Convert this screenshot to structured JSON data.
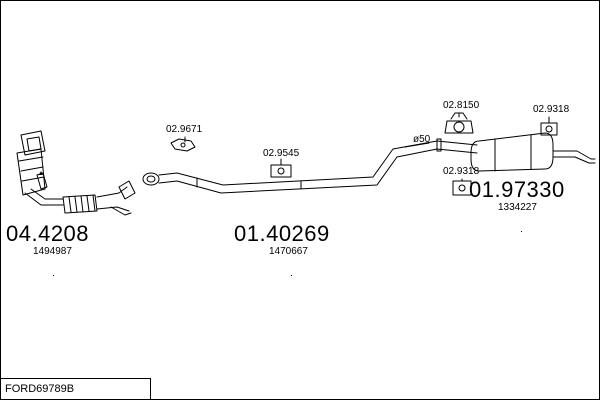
{
  "diagram": {
    "title": "FORD69789B",
    "parts": [
      {
        "id": "front",
        "part_number": "04.4208",
        "oem": "1494987"
      },
      {
        "id": "middle",
        "part_number": "01.40269",
        "oem": "1470667"
      },
      {
        "id": "rear",
        "part_number": "01.97330",
        "oem": "1334227"
      }
    ],
    "accessories": {
      "clamp_a": "02.9671",
      "hanger_a": "02.9545",
      "hanger_b": "02.8150",
      "hanger_c": "02.9318",
      "hanger_d": "02.9318"
    },
    "pipe_diameter": "ø50",
    "line_color": "#000000"
  }
}
